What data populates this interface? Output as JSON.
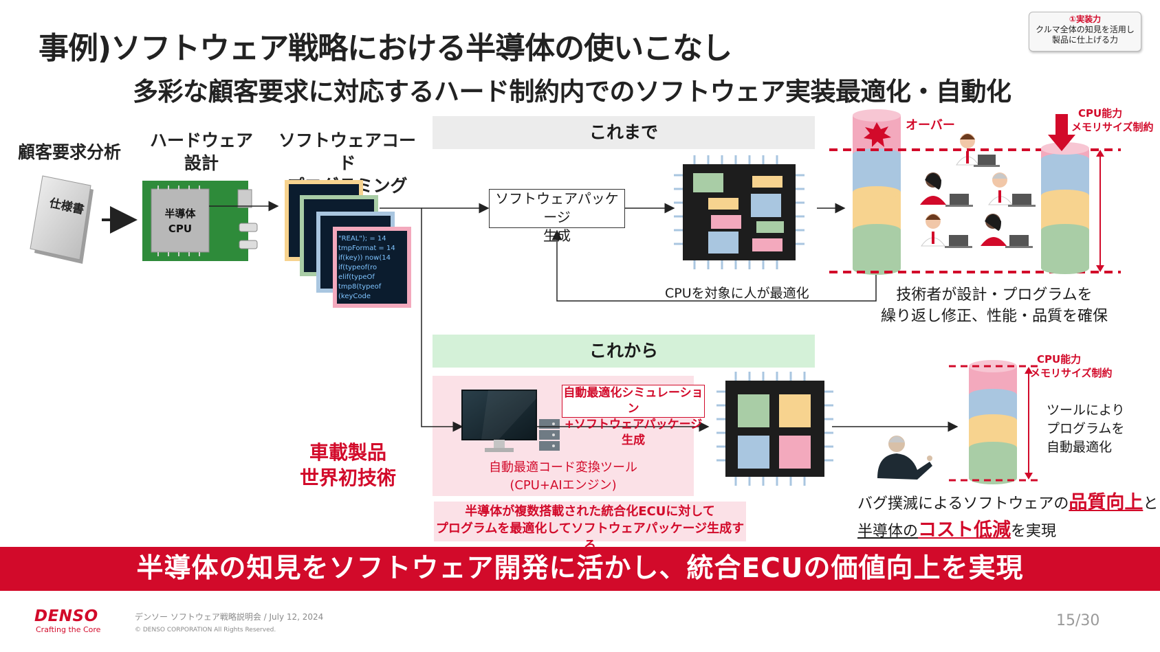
{
  "title": "事例)ソフトウェア戦略における半導体の使いこなし",
  "subtitle": "多彩な顧客要求に対応するハード制約内でのソフトウェア実装最適化・自動化",
  "badge": {
    "line1": "①実装力",
    "line2": "クルマ全体の知見を活用し",
    "line3": "製品に仕上げる力"
  },
  "steps": {
    "customer": "顧客要求分析",
    "hardware_l1": "ハードウェア",
    "hardware_l2": "設計",
    "software_l1": "ソフトウェアコード",
    "software_l2": "プログラミング"
  },
  "spec_doc": "仕様書",
  "chip_l1": "半導体",
  "chip_l2": "CPU",
  "until_now": {
    "band": "これまで",
    "package_l1": "ソフトウェアパッケージ",
    "package_l2": "生成",
    "loop_label": "CPUを対象に人が最適化",
    "over": "オーバー",
    "limit_l1": "CPU能力",
    "limit_l2": "メモリサイズ制約",
    "result_l1": "技術者が設計・プログラムを",
    "result_l2": "繰り返し修正、性能・品質を確保"
  },
  "from_now": {
    "band": "これから",
    "sim_l1": "自動最適化シミュレーション",
    "sim_l2": "+ソフトウェアパッケージ生成",
    "tool_l1": "自動最適コード変換ツール",
    "tool_l2": "(CPU+AIエンジン)",
    "world_first_l1": "車載製品",
    "world_first_l2": "世界初技術",
    "note_l1": "半導体が複数搭載された統合化ECUに対して",
    "note_l2": "プログラムを最適化してソフトウェアパッケージ生成する",
    "limit_l1": "CPU能力",
    "limit_l2": "メモリサイズ制約",
    "tool_result_l1": "ツールにより",
    "tool_result_l2": "プログラムを",
    "tool_result_l3": "自動最適化",
    "outcome_a": "バグ撲滅によるソフトウェアの",
    "outcome_b": "品質向上",
    "outcome_c": "と",
    "outcome_d": "半導体の",
    "outcome_e": "コスト低減",
    "outcome_f": "を実現"
  },
  "code_snippet": [
    "\"REAL\"); = 14",
    "tmpFormat = 14",
    "if(key)) now(14",
    "if(typeof(ro",
    "elif(typeOf",
    "tmp8(typeof",
    "(keyCode"
  ],
  "banner": "半導体の知見をソフトウェア開発に活かし、統合ECUの価値向上を実現",
  "footer": {
    "brand": "DENSO",
    "tagline": "Crafting the Core",
    "event": "デンソー ソフトウェア戦略説明会 / July 12, 2024",
    "copyright": "© DENSO CORPORATION All Rights Reserved.",
    "page": "15/30"
  },
  "colors": {
    "accent": "#d20a2a",
    "pink": "#f3a9bd",
    "blue": "#a9c6e0",
    "yellow": "#f7d38f",
    "green": "#a9cda6"
  }
}
